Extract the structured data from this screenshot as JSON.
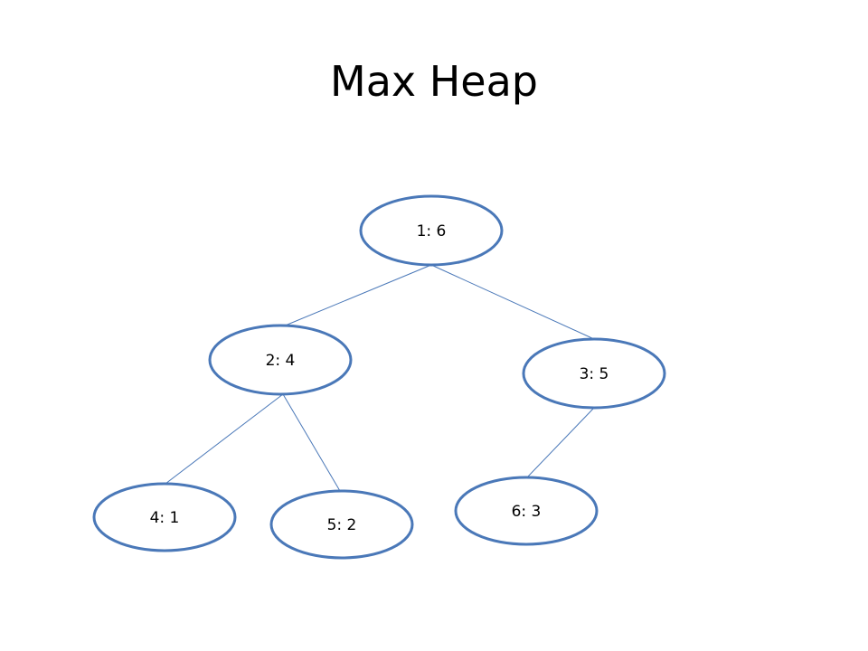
{
  "title": "Max Heap",
  "colors": {
    "node_stroke": "#4a78b8",
    "edge_stroke": "#4a78b8",
    "background": "#ffffff",
    "text": "#000000"
  },
  "nodes": [
    {
      "id": "n1",
      "label": "1: 6"
    },
    {
      "id": "n2",
      "label": "2: 4"
    },
    {
      "id": "n3",
      "label": "3: 5"
    },
    {
      "id": "n4",
      "label": "4: 1"
    },
    {
      "id": "n5",
      "label": "5: 2"
    },
    {
      "id": "n6",
      "label": "6: 3"
    }
  ],
  "edges": [
    {
      "from": "n1",
      "to": "n2"
    },
    {
      "from": "n1",
      "to": "n3"
    },
    {
      "from": "n2",
      "to": "n4"
    },
    {
      "from": "n2",
      "to": "n5"
    },
    {
      "from": "n3",
      "to": "n6"
    }
  ]
}
